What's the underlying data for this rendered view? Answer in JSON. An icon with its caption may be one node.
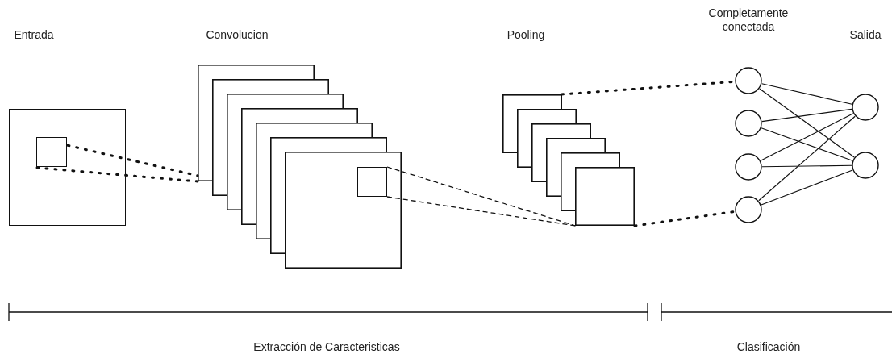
{
  "diagram": {
    "nodes": [
      {
        "text": [],
        "shape": "box"
      },
      {
        "text": [],
        "shape": "box",
        "in": 0
      },
      {
        "text": [],
        "shape": "box"
      },
      {
        "text": [],
        "shape": "box",
        "in": 2
      },
      {
        "text": [],
        "shape": "box"
      },
      {
        "text": [],
        "shape": "circle"
      },
      {
        "text": [],
        "shape": "circle"
      },
      {
        "text": [],
        "shape": "circle"
      },
      {
        "text": [],
        "shape": "circle"
      },
      {
        "text": [],
        "shape": "circle"
      },
      {
        "text": [],
        "shape": "circle"
      }
    ],
    "edges": [
      {
        "from": 1,
        "to": 2,
        "arrow": "none",
        "style": "dashed"
      },
      {
        "from": 1,
        "to": 2,
        "arrow": "none",
        "style": "dashed"
      },
      {
        "from": 3,
        "to": 4,
        "arrow": "none",
        "style": "dashed"
      },
      {
        "from": 3,
        "to": 4,
        "arrow": "none",
        "style": "dashed"
      },
      {
        "from": 4,
        "to": 5,
        "arrow": "none",
        "style": "dashed"
      },
      {
        "from": 4,
        "to": 8,
        "arrow": "none",
        "style": "dashed"
      },
      {
        "from": 5,
        "to": 9,
        "arrow": "none"
      },
      {
        "from": 5,
        "to": 10,
        "arrow": "none"
      },
      {
        "from": 6,
        "to": 9,
        "arrow": "none"
      },
      {
        "from": 6,
        "to": 10,
        "arrow": "none"
      },
      {
        "from": 7,
        "to": 9,
        "arrow": "none"
      },
      {
        "from": 7,
        "to": 10,
        "arrow": "none"
      },
      {
        "from": 8,
        "to": 9,
        "arrow": "none"
      },
      {
        "from": 8,
        "to": 10,
        "arrow": "none"
      }
    ],
    "labels": [
      "Entrada",
      "Convolucion",
      "Pooling",
      "Completamente conectada",
      "Salida",
      "Extracción de Caracteristicas",
      "Clasificación"
    ]
  }
}
